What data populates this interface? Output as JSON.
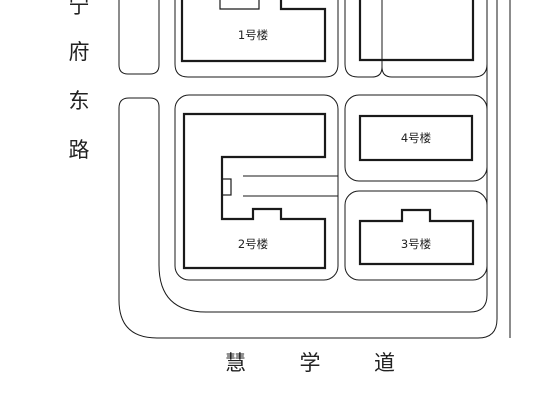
{
  "roads": {
    "left_road_chars": [
      "宁",
      "府",
      "东",
      "路"
    ],
    "bottom_road_chars": [
      "慧",
      "学",
      "道"
    ]
  },
  "buildings": {
    "b1": "1号楼",
    "b2": "2号楼",
    "b3": "3号楼",
    "b4": "4号楼"
  },
  "colors": {
    "line": "#1a1a1a",
    "background": "#ffffff"
  }
}
